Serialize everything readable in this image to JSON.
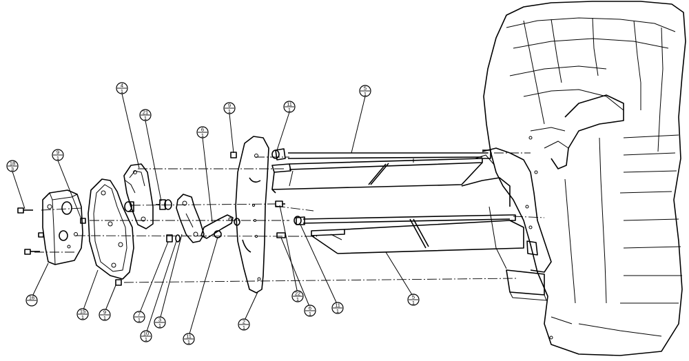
{
  "callouts": [
    {
      "id": "c18",
      "top": "18",
      "bottom": "3"
    },
    {
      "id": "c9a",
      "top": "9",
      "bottom": "1"
    },
    {
      "id": "c16",
      "top": "16",
      "bottom": ""
    },
    {
      "id": "c15",
      "top": "15",
      "bottom": "1"
    },
    {
      "id": "c9b",
      "top": "9",
      "bottom": "1"
    },
    {
      "id": "c4",
      "top": "4",
      "bottom": "1"
    },
    {
      "id": "c21",
      "top": "21",
      "bottom": "1"
    },
    {
      "id": "c7",
      "top": "7",
      "bottom": "1"
    },
    {
      "id": "c10",
      "top": "10",
      "bottom": "1"
    },
    {
      "id": "c3",
      "top": "3",
      "bottom": "1"
    },
    {
      "id": "c6a",
      "top": "6",
      "bottom": "1"
    },
    {
      "id": "c11a",
      "top": "11",
      "bottom": "1"
    },
    {
      "id": "c9c",
      "top": "9",
      "bottom": "1"
    },
    {
      "id": "c2",
      "top": "2",
      "bottom": "1"
    },
    {
      "id": "c11b",
      "top": "11",
      "bottom": "1"
    },
    {
      "id": "c5a",
      "top": "5",
      "bottom": "1"
    },
    {
      "id": "c22",
      "top": "22",
      "bottom": "1"
    },
    {
      "id": "c6b",
      "top": "6",
      "bottom": "1"
    },
    {
      "id": "c11c",
      "top": "11",
      "bottom": "1"
    },
    {
      "id": "c5b",
      "top": "5",
      "bottom": "1"
    }
  ]
}
